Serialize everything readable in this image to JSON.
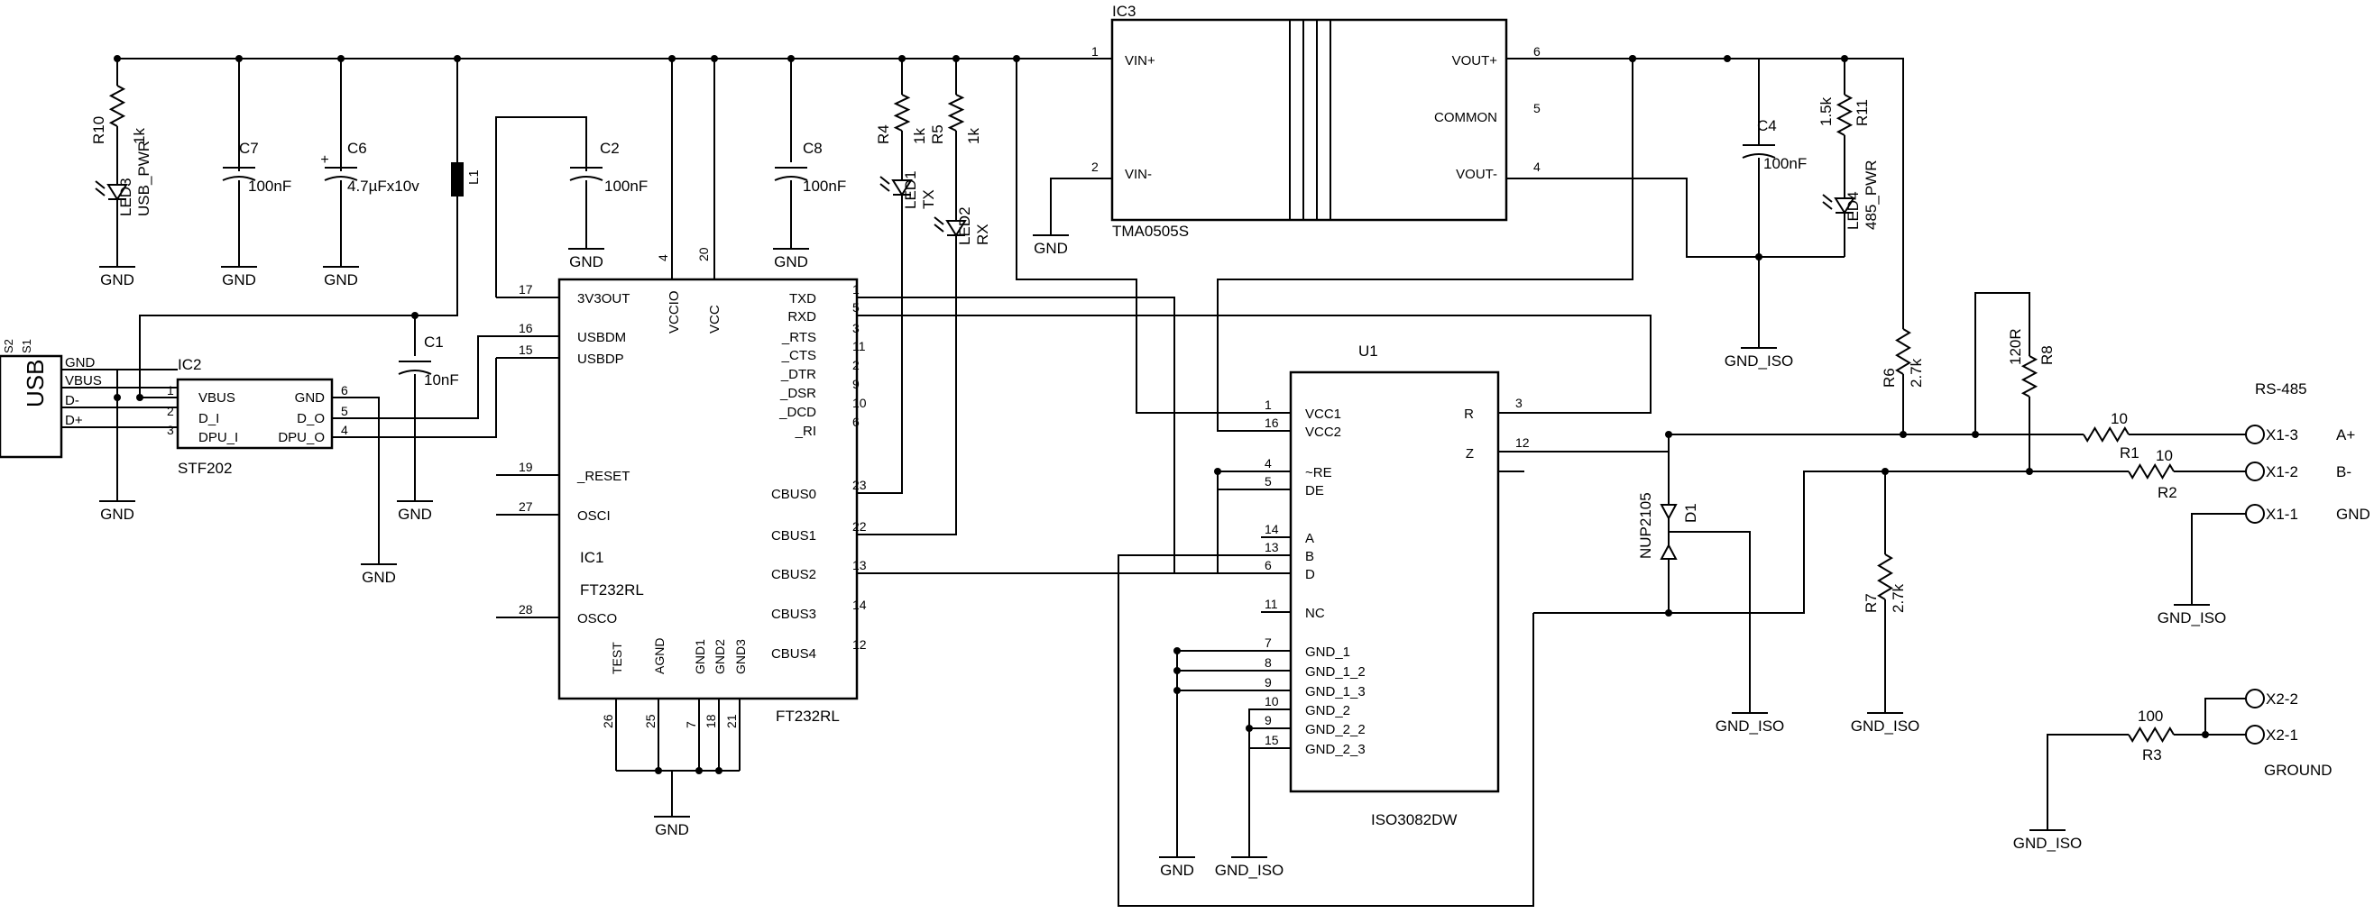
{
  "ics": {
    "ic3": {
      "ref": "IC3",
      "part": "TMA0505S",
      "pins": [
        "VIN+",
        "VIN-",
        "VOUT+",
        "COMMON",
        "VOUT-"
      ],
      "nums": [
        "1",
        "2",
        "6",
        "5",
        "4"
      ]
    },
    "ic1": {
      "ref": "IC1",
      "name": "FT232RL",
      "part": "FT232RL",
      "left": [
        "3V3OUT",
        "USBDM",
        "USBDP",
        "_RESET",
        "OSCI",
        "OSCO"
      ],
      "leftNums": [
        "17",
        "16",
        "15",
        "19",
        "27",
        "28"
      ],
      "top": [
        "VCCIO",
        "VCC"
      ],
      "topNums": [
        "4",
        "20"
      ],
      "right": [
        "TXD",
        "RXD",
        "_RTS",
        "_CTS",
        "_DTR",
        "_DSR",
        "_DCD",
        "_RI",
        "CBUS0",
        "CBUS1",
        "CBUS2",
        "CBUS3",
        "CBUS4"
      ],
      "rightNums": [
        "1",
        "5",
        "3",
        "11",
        "2",
        "9",
        "10",
        "6",
        "23",
        "22",
        "13",
        "14",
        "12"
      ],
      "bottom": [
        "TEST",
        "AGND",
        "GND1",
        "GND2",
        "GND3"
      ],
      "bottomNums": [
        "26",
        "25",
        "7",
        "18",
        "21"
      ]
    },
    "ic2": {
      "ref": "IC2",
      "part": "STF202",
      "left": [
        "VBUS",
        "D_I",
        "DPU_I"
      ],
      "right": [
        "GND",
        "D_O",
        "DPU_O"
      ],
      "leftNums": [
        "1",
        "2",
        "3"
      ],
      "rightNums": [
        "6",
        "5",
        "4"
      ]
    },
    "u1": {
      "ref": "U1",
      "part": "ISO3082DW",
      "left": [
        "VCC1",
        "VCC2",
        "~RE",
        "DE",
        "A",
        "B",
        "D",
        "NC",
        "GND_1",
        "GND_1_2",
        "GND_1_3",
        "GND_2",
        "GND_2_2",
        "GND_2_3"
      ],
      "leftNums": [
        "1",
        "16",
        "4",
        "5",
        "14",
        "13",
        "6",
        "11",
        "7",
        "8",
        "9",
        "10",
        "9",
        "15"
      ],
      "right": [
        "R",
        "Z"
      ],
      "rightNums": [
        "3",
        "12"
      ]
    }
  },
  "usb": {
    "label": "USB",
    "shield": [
      "S2",
      "S1"
    ],
    "pins": [
      "GND",
      "VBUS",
      "D-",
      "D+"
    ]
  },
  "passives": {
    "r10": {
      "ref": "R10",
      "value": "1k"
    },
    "led3": {
      "ref": "LED3",
      "value": "USB_PWR"
    },
    "c7": {
      "ref": "C7",
      "value": "100nF"
    },
    "c6": {
      "ref": "C6",
      "value": "4.7µFx10v"
    },
    "l1": {
      "ref": "L1"
    },
    "c2": {
      "ref": "C2",
      "value": "100nF"
    },
    "c8": {
      "ref": "C8",
      "value": "100nF"
    },
    "r4": {
      "ref": "R4",
      "value": "1k"
    },
    "r5": {
      "ref": "R5",
      "value": "1k"
    },
    "led1": {
      "ref": "LED1",
      "value": "TX"
    },
    "led2": {
      "ref": "LED2",
      "value": "RX"
    },
    "c1": {
      "ref": "C1",
      "value": "10nF"
    },
    "c4": {
      "ref": "C4",
      "value": "100nF"
    },
    "r11": {
      "ref": "R11",
      "value": "1.5k"
    },
    "led4": {
      "ref": "LED4",
      "value": "485_PWR"
    },
    "r6": {
      "ref": "R6",
      "value": "2.7k"
    },
    "r7": {
      "ref": "R7",
      "value": "2.7k"
    },
    "r8": {
      "ref": "R8",
      "value": "120R"
    },
    "r1": {
      "ref": "R1",
      "value": "10"
    },
    "r2": {
      "ref": "R2",
      "value": "10"
    },
    "r3": {
      "ref": "R3",
      "value": "100"
    },
    "d1": {
      "ref": "D1",
      "value": "NUP2105"
    }
  },
  "nets": {
    "gnd": "GND",
    "gnd_iso": "GND_ISO"
  },
  "connectors": {
    "title": "RS-485",
    "x1": [
      {
        "ref": "X1-3",
        "label": "A+"
      },
      {
        "ref": "X1-2",
        "label": "B-"
      },
      {
        "ref": "X1-1",
        "label": "GND"
      }
    ],
    "x2": [
      {
        "ref": "X2-2"
      },
      {
        "ref": "X2-1"
      }
    ],
    "ground_label": "GROUND"
  }
}
